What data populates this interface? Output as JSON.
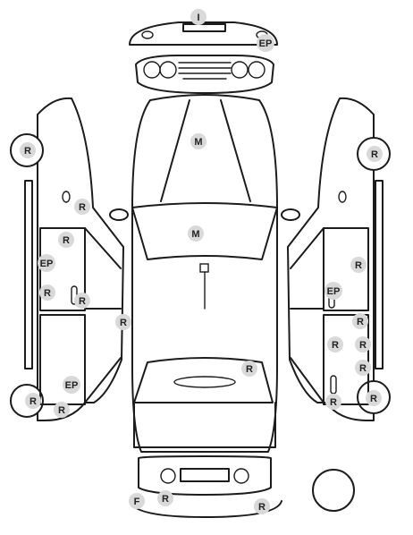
{
  "markers": [
    {
      "id": "front-bumper-top",
      "code": "I"
    },
    {
      "id": "front-bumper-right",
      "code": "EP"
    },
    {
      "id": "hood",
      "code": "M"
    },
    {
      "id": "windshield",
      "code": "M"
    },
    {
      "id": "rear-window",
      "code": "R"
    },
    {
      "id": "left-front-wheel",
      "code": "R"
    },
    {
      "id": "left-front-fender",
      "code": "R"
    },
    {
      "id": "left-front-door",
      "code": "R"
    },
    {
      "id": "left-mirror-ep",
      "code": "EP"
    },
    {
      "id": "left-front-door-lower",
      "code": "R"
    },
    {
      "id": "left-front-handle",
      "code": "R"
    },
    {
      "id": "left-b-pillar",
      "code": "R"
    },
    {
      "id": "left-rear-door-ep",
      "code": "EP"
    },
    {
      "id": "left-rear-wheel",
      "code": "R"
    },
    {
      "id": "left-rear-fender",
      "code": "R"
    },
    {
      "id": "right-front-wheel",
      "code": "R"
    },
    {
      "id": "right-front-door",
      "code": "R"
    },
    {
      "id": "right-front-handle-ep",
      "code": "EP"
    },
    {
      "id": "right-b-pillar",
      "code": "R"
    },
    {
      "id": "right-rear-door",
      "code": "R"
    },
    {
      "id": "right-rear-door-edge",
      "code": "R"
    },
    {
      "id": "right-rear-door-lower",
      "code": "R"
    },
    {
      "id": "right-rear-wheel",
      "code": "R"
    },
    {
      "id": "right-rear-handle",
      "code": "R"
    },
    {
      "id": "rear-bumper-left",
      "code": "F"
    },
    {
      "id": "rear-bumper-center",
      "code": "R"
    },
    {
      "id": "rear-bumper-right",
      "code": "R"
    }
  ],
  "colors": {
    "outline": "#1c1c1c",
    "badge": "#d9d9d9",
    "badge_text": "#222222"
  }
}
